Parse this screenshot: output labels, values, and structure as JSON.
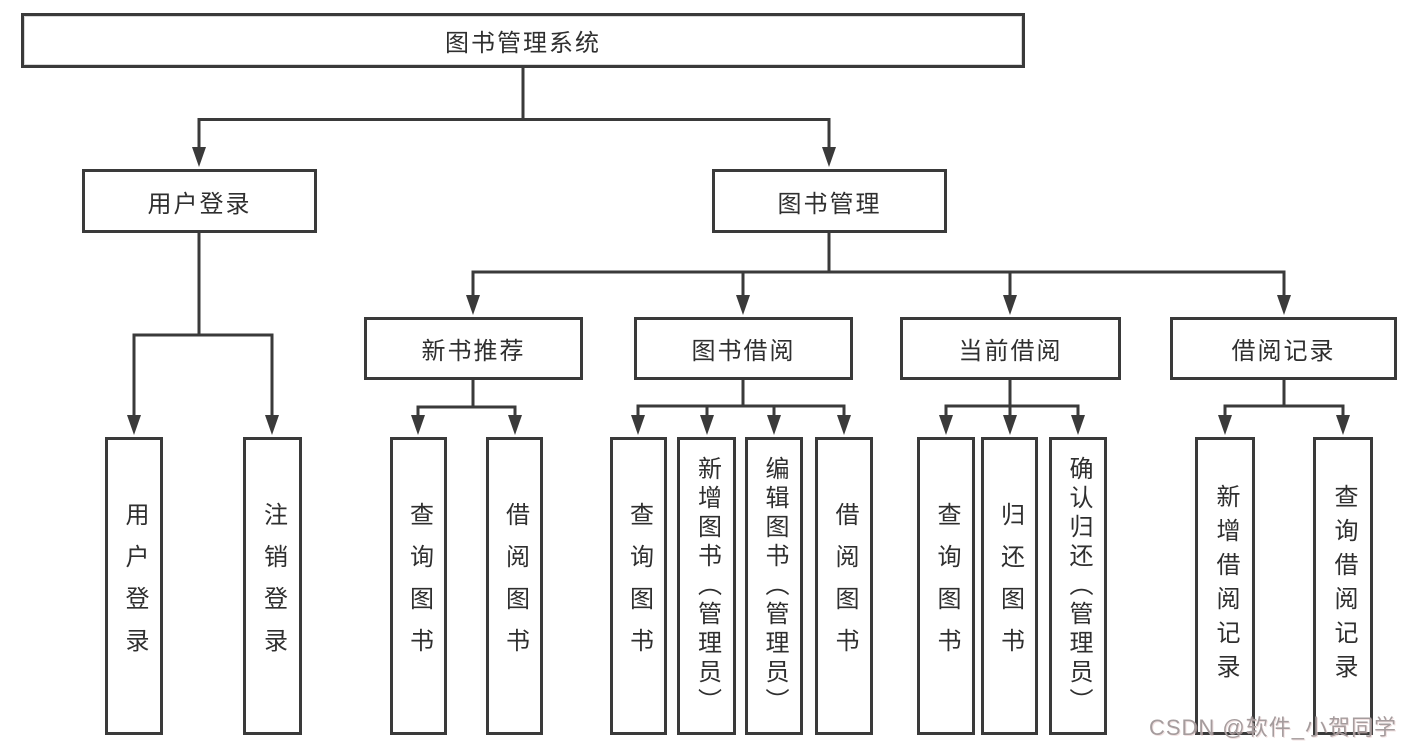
{
  "tree": {
    "label": "图书管理系统",
    "children": [
      {
        "label": "用户登录",
        "children": [
          {
            "label": "用户登录"
          },
          {
            "label": "注销登录"
          }
        ]
      },
      {
        "label": "图书管理",
        "children": [
          {
            "label": "新书推荐",
            "children": [
              {
                "label": "查询图书"
              },
              {
                "label": "借阅图书"
              }
            ]
          },
          {
            "label": "图书借阅",
            "children": [
              {
                "label": "查询图书"
              },
              {
                "label": "新增图书（管理员）"
              },
              {
                "label": "编辑图书（管理员）"
              },
              {
                "label": "借阅图书"
              }
            ]
          },
          {
            "label": "当前借阅",
            "children": [
              {
                "label": "查询图书"
              },
              {
                "label": "归还图书"
              },
              {
                "label": "确认归还（管理员）"
              }
            ]
          },
          {
            "label": "借阅记录",
            "children": [
              {
                "label": "新增借阅记录"
              },
              {
                "label": "查询借阅记录"
              }
            ]
          }
        ]
      }
    ]
  },
  "watermark": "CSDN @软件_小贺同学",
  "colors": {
    "line": "#3a3a3a",
    "text": "#2f2f2f",
    "watermark": "#a59c9d",
    "background": "#ffffff"
  }
}
